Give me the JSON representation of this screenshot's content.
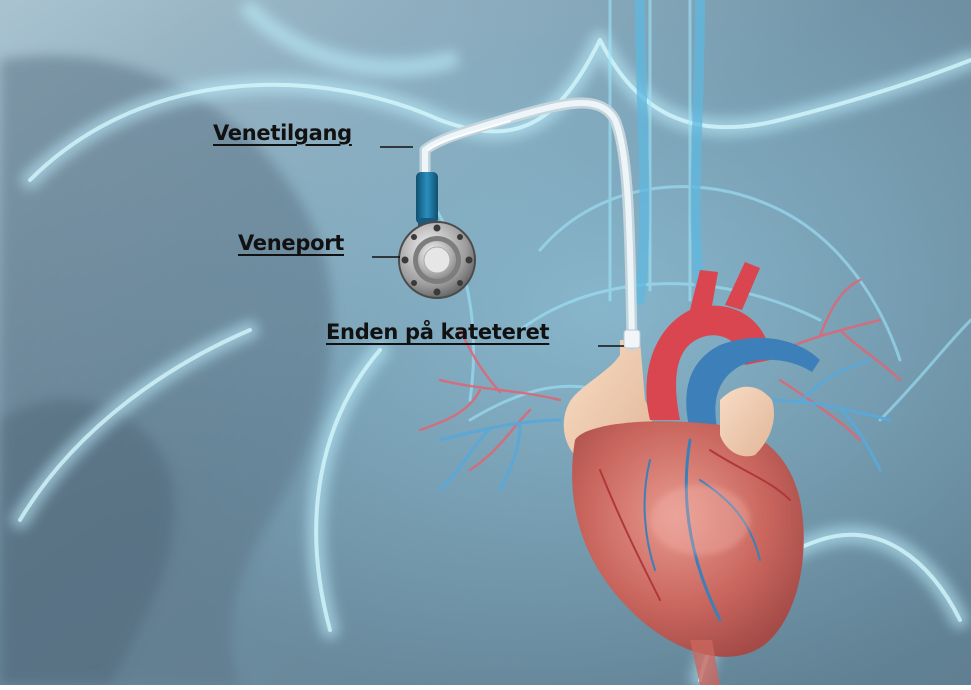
{
  "labels": {
    "venous_access": "Venetilgang",
    "venous_port": "Veneport",
    "catheter_tip": "Enden på kateteret"
  },
  "colors": {
    "background": "#7fa2b6",
    "vessel_glow": "#8fe6ff",
    "heart": "#c9665e",
    "artery": "#d9464f",
    "catheter": "#dfe9ef",
    "connector": "#1f6f95"
  }
}
